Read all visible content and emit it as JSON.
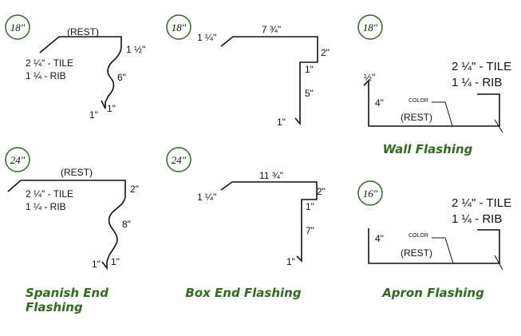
{
  "diagrams": {
    "spanish_18": {
      "gauge": "18\"",
      "rest": "(REST)",
      "tile": "2 ¼\" - TILE",
      "rib": "1 ¼ - RIB",
      "dim_top": "1 ½\"",
      "dim_side": "6\"",
      "dim_hem_left": "1\"",
      "dim_hem_right": "1\""
    },
    "box_18": {
      "gauge": "18\"",
      "dim_hem": "1 ¼\"",
      "dim_top": "7 ¾\"",
      "dim_side1": "2\"",
      "dim_side2": "1\"",
      "dim_side3": "5\"",
      "dim_bottom": "1\""
    },
    "wall_18": {
      "gauge": "18\"",
      "dim_half": "½\"",
      "dim_height": "4\"",
      "color": "COLOR",
      "rest": "(REST)",
      "tile": "2 ¼\" - TILE",
      "rib": "1 ¼ - RIB"
    },
    "spanish_24": {
      "gauge": "24\"",
      "rest": "(REST)",
      "tile": "2 ¼\" - TILE",
      "rib": "1 ¼ - RIB",
      "dim_top": "2\"",
      "dim_side": "8\"",
      "dim_hem_left": "1\"",
      "dim_hem_right": "1\""
    },
    "box_24": {
      "gauge": "24\"",
      "dim_hem": "1 ¼\"",
      "dim_top": "11 ¾\"",
      "dim_side1": "2\"",
      "dim_side2": "1\"",
      "dim_side3": "7\"",
      "dim_bottom": "1\""
    },
    "apron_16": {
      "gauge": "16\"",
      "dim_height": "4\"",
      "color": "COLOR",
      "rest": "(REST)",
      "tile": "2 ¼\" - TILE",
      "rib": "1 ¼ - RIB"
    }
  },
  "captions": {
    "spanish_line1": "Spanish End",
    "spanish_line2": "Flashing",
    "box": "Box End Flashing",
    "wall": "Wall Flashing",
    "apron": "Apron Flashing"
  },
  "colors": {
    "accent": "#2e6d1f",
    "ink": "#111111"
  }
}
